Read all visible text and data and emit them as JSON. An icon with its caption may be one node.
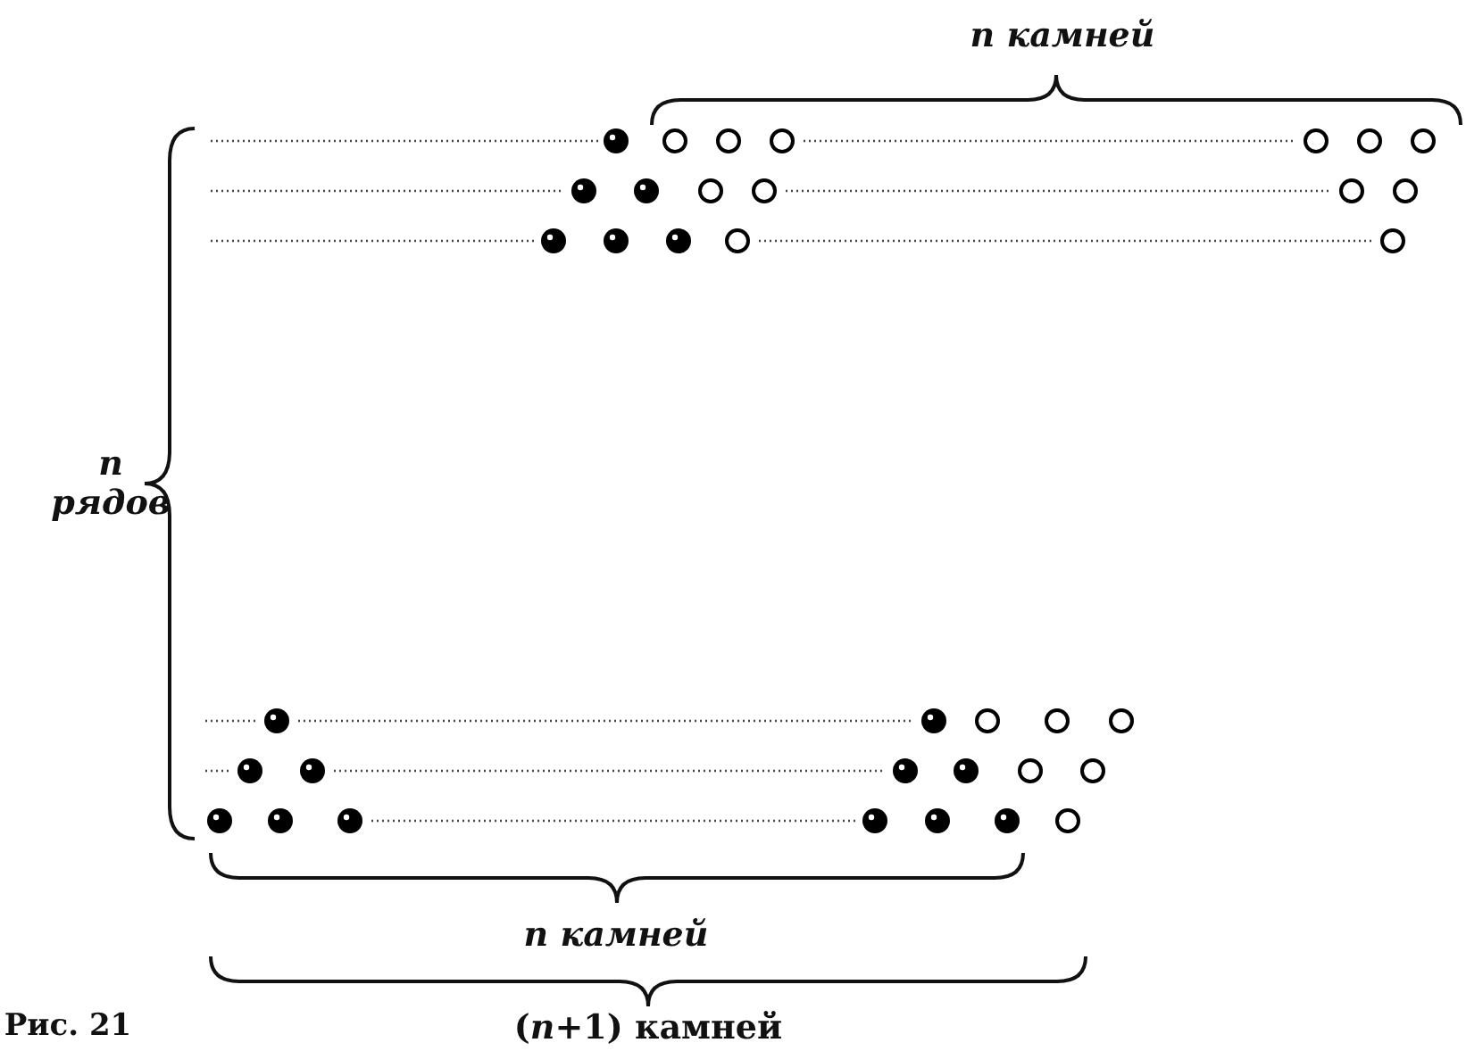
{
  "diagram": {
    "labels": [
      "n камней",
      "n рядов",
      "n камней",
      "Рис. 21",
      "(*n*+1) камней"
    ]
  }
}
